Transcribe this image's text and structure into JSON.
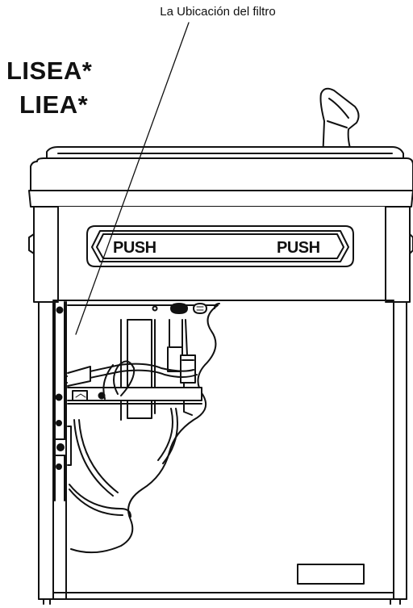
{
  "callout": {
    "filter_location": "La Ubicación del filtro"
  },
  "models": {
    "first": "LISEA*",
    "second": "LIEA*"
  },
  "panel": {
    "push_left": "PUSH",
    "push_right": "PUSH"
  },
  "colors": {
    "line": "#111111",
    "fill": "#ffffff",
    "shade": "#d8d8d8"
  }
}
